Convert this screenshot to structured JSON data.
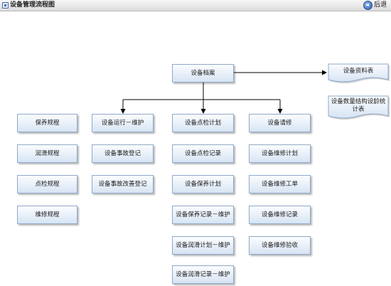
{
  "window": {
    "title": "设备管理流程图",
    "back_label": "后退"
  },
  "flow": {
    "root": "设备档案",
    "documents": [
      "设备资料表",
      "设备数量结构设龄统计表"
    ],
    "regulations": [
      "保养规程",
      "润滑规程",
      "点检规程",
      "维修规程"
    ],
    "col_run": [
      "设备运行－维护",
      "设备事故登记",
      "设备事故改善登记"
    ],
    "col_inspect": [
      "设备点检计划",
      "设备点检记录",
      "设备保养计划",
      "设备保养记录－维护",
      "设备润滑计划－维护",
      "设备润滑记录－维护"
    ],
    "col_repair": [
      "设备请修",
      "设备维修计划",
      "设备维修工单",
      "设备维修记录",
      "设备维修验收"
    ]
  },
  "colors": {
    "node_top": "#fbfdff",
    "node_bottom": "#d7e4f4",
    "node_border": "#8fa9c9",
    "line": "#000000"
  }
}
